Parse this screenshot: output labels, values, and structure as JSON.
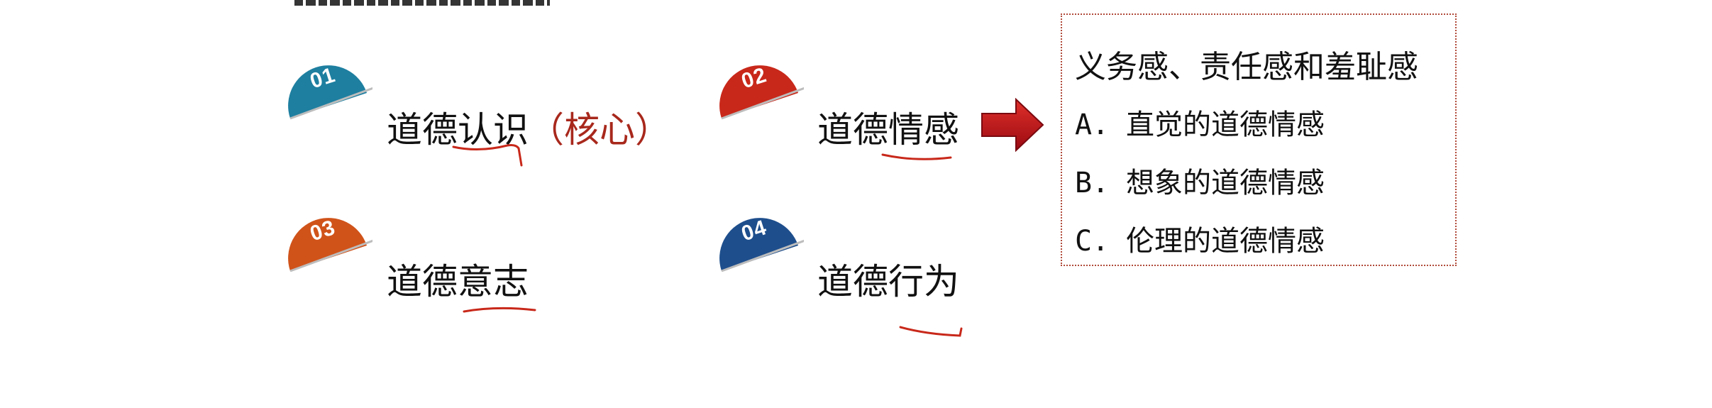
{
  "items": [
    {
      "number": "01",
      "label": "道德认识",
      "note": "（核心）",
      "color": "#1e7fa0"
    },
    {
      "number": "02",
      "label": "道德情感",
      "color": "#c8281a"
    },
    {
      "number": "03",
      "label": "道德意志",
      "color": "#d0531a"
    },
    {
      "number": "04",
      "label": "道德行为",
      "color": "#1e4e8c"
    }
  ],
  "info": {
    "title": "义务感、责任感和羞耻感",
    "options": [
      {
        "letter": "A.",
        "text": "直觉的道德情感"
      },
      {
        "letter": "B.",
        "text": "想象的道德情感"
      },
      {
        "letter": "C.",
        "text": "伦理的道德情感"
      }
    ]
  },
  "colors": {
    "arrow": "#c0141a",
    "box_border": "#b04a3a",
    "annotation": "#c8281a"
  }
}
